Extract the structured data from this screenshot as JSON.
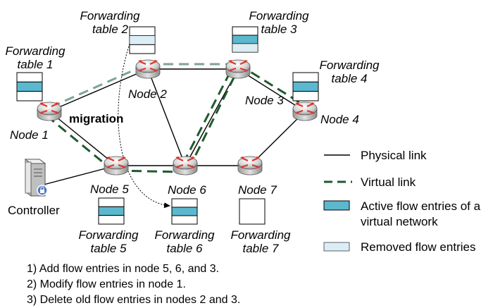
{
  "nodes": {
    "n1": "Node 1",
    "n2": "Node 2",
    "n3": "Node 3",
    "n4": "Node 4",
    "n5": "Node 5",
    "n6": "Node 6",
    "n7": "Node 7"
  },
  "controller": "Controller",
  "migration_label": "migration",
  "tables": {
    "t1": [
      "Forwarding",
      "table 1"
    ],
    "t2": [
      "Forwarding",
      "table 2"
    ],
    "t3": [
      "Forwarding",
      "table 3"
    ],
    "t4": [
      "Forwarding",
      "table 4"
    ],
    "t5": [
      "Forwarding",
      "table 5"
    ],
    "t6": [
      "Forwarding",
      "table 6"
    ],
    "t7": [
      "Forwarding",
      "table 7"
    ]
  },
  "legend": {
    "physical": "Physical link",
    "virtual": "Virtual link",
    "active_1": "Active flow entries of a",
    "active_2": "virtual network",
    "removed": "Removed flow entries"
  },
  "steps": [
    "1) Add flow entries in node 5, 6, and 3.",
    "2) Modify flow entries in node 1.",
    "3) Delete old flow entries in nodes 2 and 3."
  ],
  "colors": {
    "active": "#5BB8CE",
    "removed": "#DCEEF5",
    "virtual_new": "#1F5A2E",
    "virtual_old": "#7FA392",
    "router_arrow": "#E0352B"
  }
}
